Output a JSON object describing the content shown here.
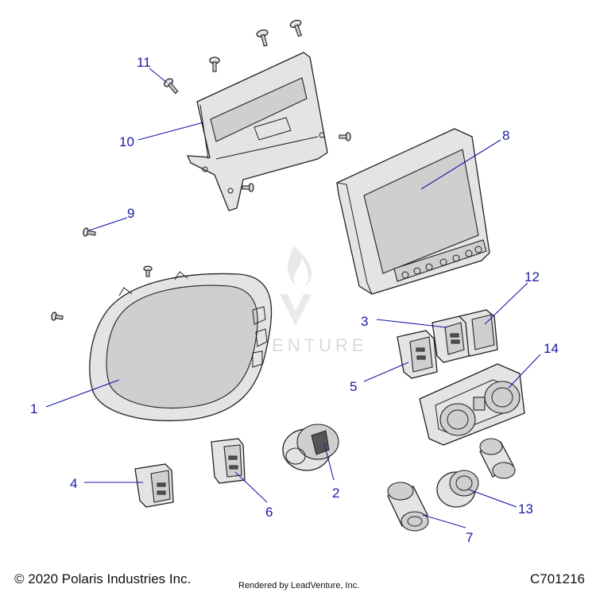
{
  "callouts": [
    {
      "num": "1"
    },
    {
      "num": "2"
    },
    {
      "num": "3"
    },
    {
      "num": "4"
    },
    {
      "num": "5"
    },
    {
      "num": "6"
    },
    {
      "num": "7"
    },
    {
      "num": "8"
    },
    {
      "num": "9"
    },
    {
      "num": "10"
    },
    {
      "num": "11"
    },
    {
      "num": "12"
    },
    {
      "num": "13"
    },
    {
      "num": "14"
    }
  ],
  "watermark": "LEADVENTURE",
  "footer": {
    "copyright": "© 2020 Polaris Industries Inc.",
    "rendered_by": "Rendered by LeadVenture, Inc.",
    "code": "C701216"
  },
  "colors": {
    "callout": "#1a1aa8",
    "line_art": "#222222",
    "part_fill": "#e4e4e4"
  }
}
